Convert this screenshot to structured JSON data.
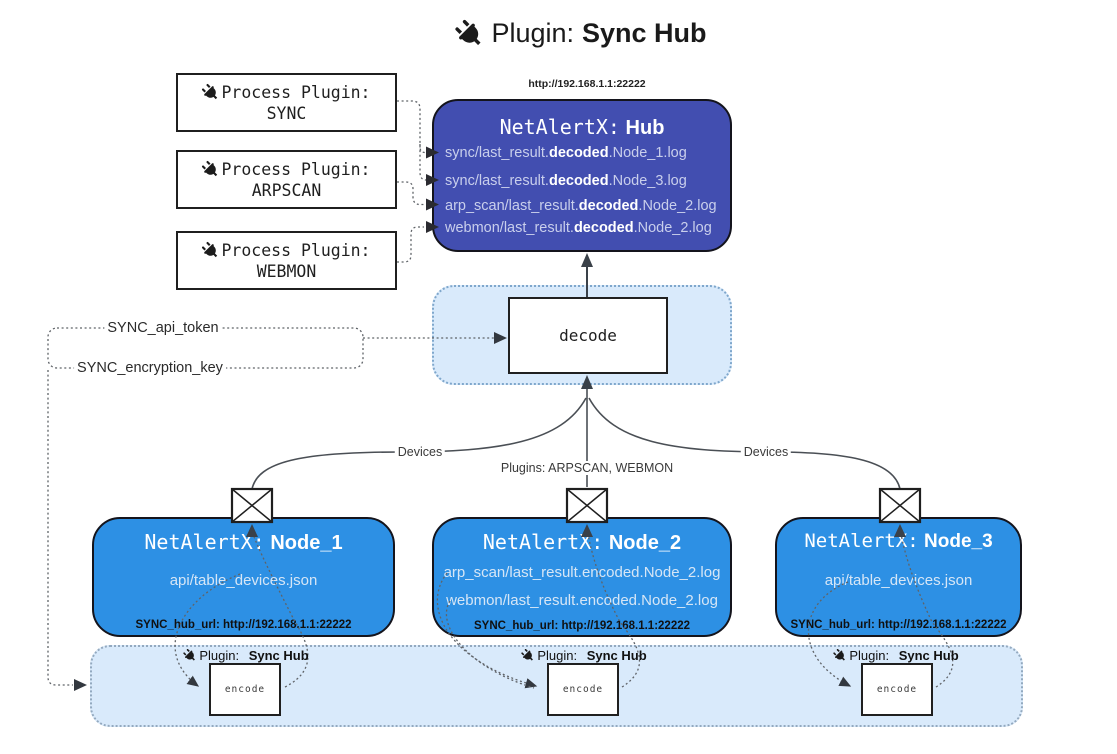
{
  "title": {
    "prefix": "Plugin:",
    "bold": "Sync Hub"
  },
  "process_plugins": [
    {
      "label": "Process Plugin:",
      "name": "SYNC"
    },
    {
      "label": "Process Plugin:",
      "name": "ARPSCAN"
    },
    {
      "label": "Process Plugin:",
      "name": "WEBMON"
    }
  ],
  "hub": {
    "url": "http://192.168.1.1:22222",
    "name_mono": "NetAlertX:",
    "name_bold": "Hub",
    "logs": [
      {
        "pre": "sync/last_result.",
        "bold": "decoded",
        "post": ".Node_1.log"
      },
      {
        "pre": "sync/last_result.",
        "bold": "decoded",
        "post": ".Node_3.log"
      },
      {
        "pre": "arp_scan/last_result.",
        "bold": "decoded",
        "post": ".Node_2.log"
      },
      {
        "pre": "webmon/last_result.",
        "bold": "decoded",
        "post": ".Node_2.log"
      }
    ]
  },
  "decode": {
    "label": "decode"
  },
  "secrets": {
    "api_token": "SYNC_api_token",
    "encryption_key": "SYNC_encryption_key"
  },
  "edge_labels": {
    "devices_left": "Devices",
    "devices_right": "Devices",
    "plugins_mid": "Plugins: ARPSCAN, WEBMON"
  },
  "nodes": [
    {
      "name_mono": "NetAlertX:",
      "name_bold": "Node_1",
      "files": [
        "api/table_devices.json"
      ],
      "hub_url": "SYNC_hub_url: http://192.168.1.1:22222"
    },
    {
      "name_mono": "NetAlertX:",
      "name_bold": "Node_2",
      "files": [
        "arp_scan/last_result.encoded.Node_2.log",
        "webmon/last_result.encoded.Node_2.log"
      ],
      "hub_url": "SYNC_hub_url: http://192.168.1.1:22222"
    },
    {
      "name_mono": "NetAlertX:",
      "name_bold": "Node_3",
      "files": [
        "api/table_devices.json"
      ],
      "hub_url": "SYNC_hub_url: http://192.168.1.1:22222"
    }
  ],
  "encoders": [
    {
      "plugin_prefix": "Plugin:",
      "plugin_bold": "Sync Hub",
      "box_label": "encode"
    },
    {
      "plugin_prefix": "Plugin:",
      "plugin_bold": "Sync Hub",
      "box_label": "encode"
    },
    {
      "plugin_prefix": "Plugin:",
      "plugin_bold": "Sync Hub",
      "box_label": "encode"
    }
  ],
  "colors": {
    "hub_fill": "#424eb0",
    "node_fill": "#2d90e4",
    "panel_fill": "#d9eafb",
    "hub_text": "#c9cfec",
    "node_text": "#d6e6f6",
    "solid_line": "#4a4f55",
    "dotted_line": "#5f6368"
  }
}
